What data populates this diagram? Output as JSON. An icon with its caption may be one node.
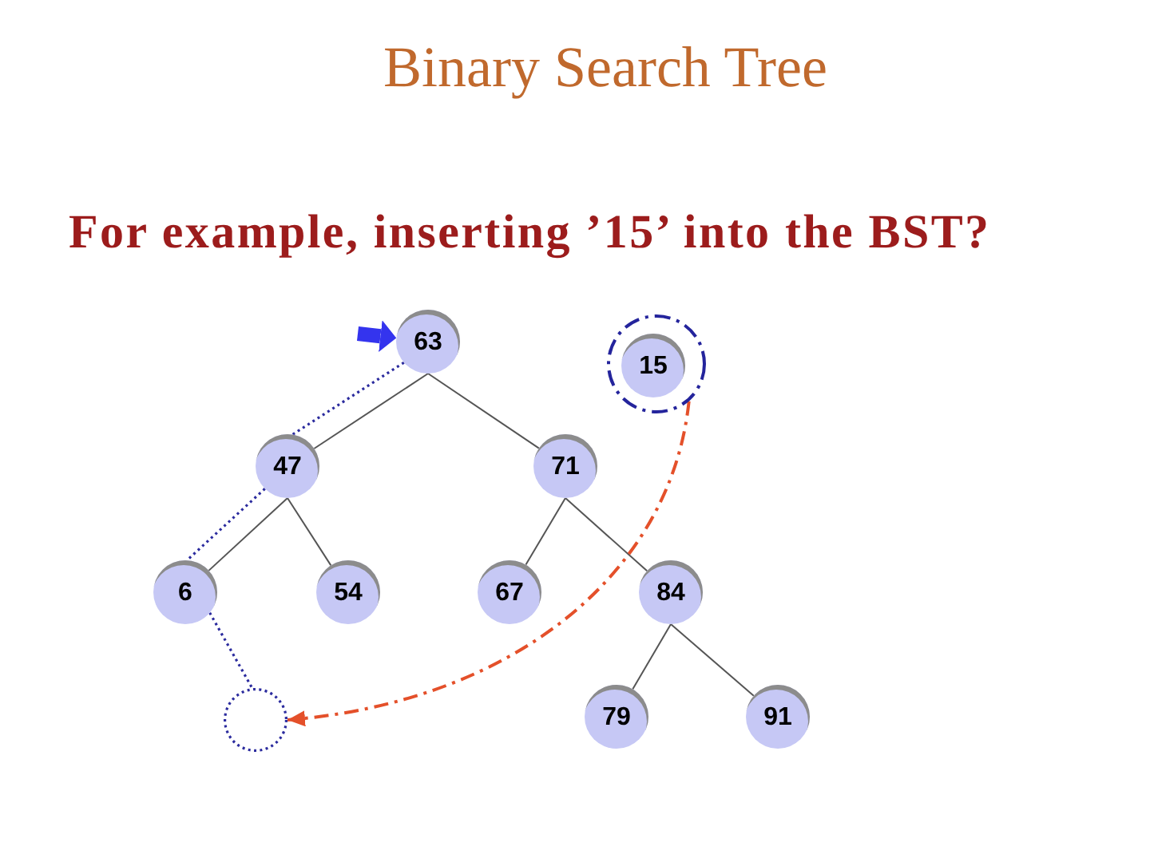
{
  "diagram": {
    "title": "Binary Search Tree",
    "nodes": [
      {
        "text": [
          "63"
        ]
      },
      {
        "text": [
          "47"
        ]
      },
      {
        "text": [
          "71"
        ]
      },
      {
        "text": [
          "6"
        ]
      },
      {
        "text": [
          "54"
        ]
      },
      {
        "text": [
          "67"
        ]
      },
      {
        "text": [
          "84"
        ]
      },
      {
        "text": [
          "79"
        ]
      },
      {
        "text": [
          "91"
        ]
      },
      {
        "text": [],
        "shape": "circle"
      },
      {
        "text": [
          "15"
        ],
        "in": 9
      },
      {
        "text": [],
        "shape": "circle"
      }
    ],
    "edges": [
      {
        "from": 0,
        "to": 1,
        "arrow": "none"
      },
      {
        "from": 0,
        "to": 2,
        "arrow": "none"
      },
      {
        "from": 1,
        "to": 3,
        "arrow": "none"
      },
      {
        "from": 1,
        "to": 4,
        "arrow": "none"
      },
      {
        "from": 2,
        "to": 5,
        "arrow": "none"
      },
      {
        "from": 2,
        "to": 6,
        "arrow": "none"
      },
      {
        "from": 6,
        "to": 7,
        "arrow": "none"
      },
      {
        "from": 6,
        "to": 8,
        "arrow": "none"
      },
      {
        "from": 0,
        "to": 1,
        "arrow": "none",
        "style": "dashed",
        "color": "#2b2b9e"
      },
      {
        "from": 1,
        "to": 3,
        "arrow": "none",
        "style": "dashed",
        "color": "#2b2b9e"
      },
      {
        "from": 3,
        "to": 11,
        "arrow": "none",
        "style": "dashed",
        "color": "#2b2b9e"
      },
      {
        "from": 9,
        "to": 11,
        "arrow": "to",
        "style": "dashed",
        "color": "#e4502a"
      },
      {
        "from": null,
        "to": 0,
        "arrow": "to",
        "style": "thick",
        "color": "#3434ee"
      }
    ],
    "labels": [
      "For example, inserting ’15’ into the BST?"
    ]
  }
}
